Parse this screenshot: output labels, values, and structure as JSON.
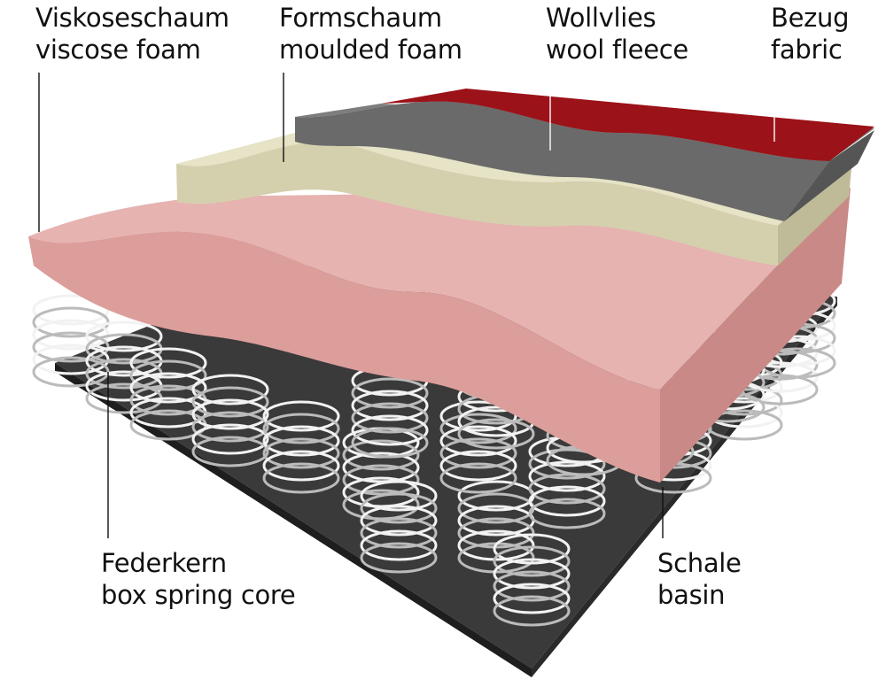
{
  "labels": {
    "viscose": {
      "de": "Viskoseschaum",
      "en": "viscose foam"
    },
    "moulded": {
      "de": "Formschaum",
      "en": "moulded foam"
    },
    "wool": {
      "de": "Wollvlies",
      "en": "wool fleece"
    },
    "fabric": {
      "de": "Bezug",
      "en": "fabric"
    },
    "springs": {
      "de": "Federkern",
      "en": "box spring core"
    },
    "basin": {
      "de": "Schale",
      "en": "basin"
    }
  },
  "colors": {
    "fabric": "#9b1218",
    "wool": "#6e6e6e",
    "moulded": "#d9d6b8",
    "viscose": "#e3a9a6",
    "basin": "#2e2e2e",
    "springs": "#e8e8e8"
  }
}
